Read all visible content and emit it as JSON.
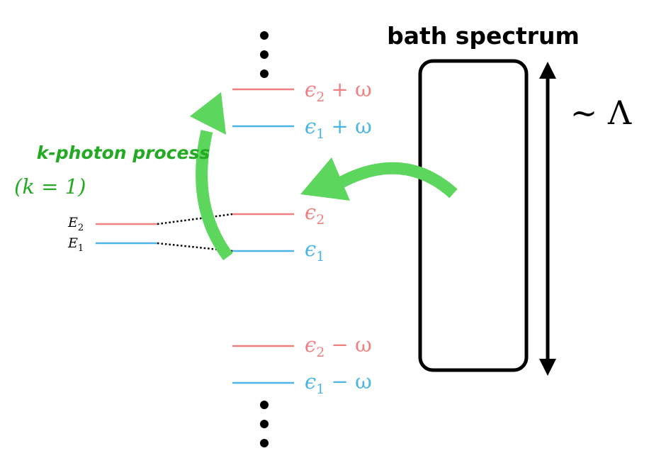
{
  "title": "bath spectrum",
  "bandwidth_label": "~ Λ",
  "process": {
    "label": "k-photon process",
    "condition": "(k = 1)"
  },
  "bare_levels": [
    {
      "symbol": "E",
      "sub": "2",
      "color": "#f08080"
    },
    {
      "symbol": "E",
      "sub": "1",
      "color": "#4ab4e6"
    }
  ],
  "dressed_levels": [
    {
      "symbol": "ϵ",
      "sub": "2",
      "suffix": " + ω",
      "color": "#f08080"
    },
    {
      "symbol": "ϵ",
      "sub": "1",
      "suffix": " + ω",
      "color": "#4ab4e6"
    },
    {
      "symbol": "ϵ",
      "sub": "2",
      "suffix": "",
      "color": "#f08080"
    },
    {
      "symbol": "ϵ",
      "sub": "1",
      "suffix": "",
      "color": "#4ab4e6"
    },
    {
      "symbol": "ϵ",
      "sub": "2",
      "suffix": " − ω",
      "color": "#f08080"
    },
    {
      "symbol": "ϵ",
      "sub": "1",
      "suffix": " − ω",
      "color": "#4ab4e6"
    }
  ],
  "colors": {
    "level2": "#f08080",
    "level1": "#4ab4e6",
    "arrow": "#5cd65c",
    "process_text": "#22aa22",
    "ink": "#000000"
  }
}
